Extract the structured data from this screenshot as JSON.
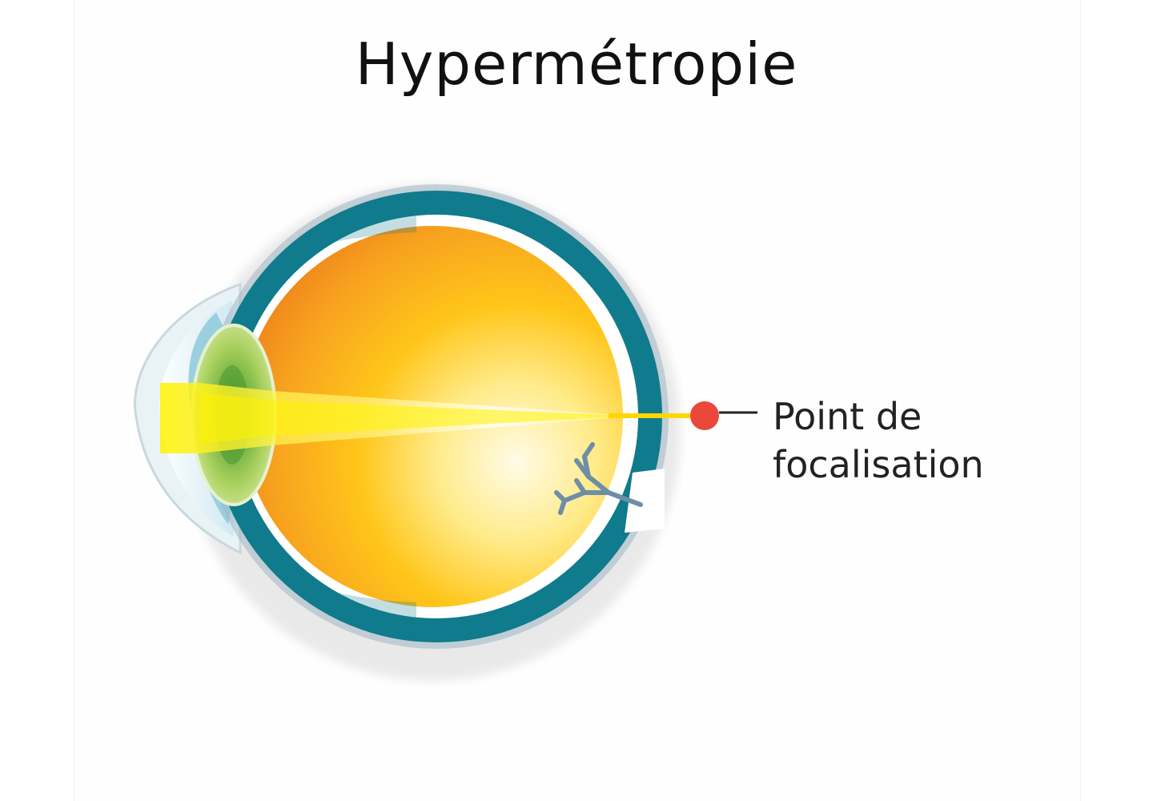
{
  "title": "Hypermétropie",
  "labels": {
    "focus_point_line1": "Point de",
    "focus_point_line2": "focalisation"
  },
  "colors": {
    "sclera": "#0e7a8a",
    "vitreous_orange": "#f6a623",
    "vitreous_yellow": "#ffd21a",
    "lens": "#b9d86a",
    "lens_core": "#5fa83a",
    "cornea": "#9fd3e3",
    "light_beam": "#ffe600",
    "focus_point": "#e9483a",
    "nerve_vessels": "#6f8fa6"
  }
}
